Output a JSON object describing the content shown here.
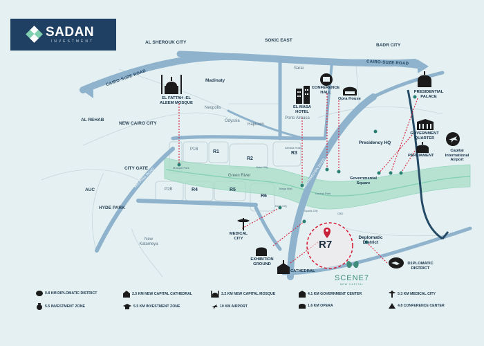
{
  "brand": {
    "name": "SADAN",
    "tagline": "INVESTMENT",
    "bg": "#1f3f63"
  },
  "colors": {
    "river": "#7fcfb0",
    "road": "#8fb3cc",
    "road_dark": "#244a66",
    "marker": "#c8213a",
    "dotted": "#d81f3a"
  },
  "roads": {
    "north": "CAIRO-SUZE ROAD",
    "south": "CAIRO-SUZE ROAD",
    "ring": "MID RING ROAD",
    "central": "MOHAMMED BIN ZAYED"
  },
  "districts": {
    "sherouk": "AL SHEROUK CITY",
    "sokic": "SOKIC EAST",
    "badr": "BADR CITY",
    "rehab": "AL REHAB",
    "new_cairo": "NEW CAIRO CITY",
    "city_gate": "CITY GATE",
    "auc": "AUC",
    "hyde_park": "HYDE PARK",
    "madinaty": "Madinaty",
    "new_katameya": "New Katameya"
  },
  "plain_labels": {
    "neopolis": "Neopolis",
    "odyssia": "Odyssia",
    "haptown": "Haptown",
    "sarai": "Sarai",
    "porto": "Porto Almasa"
  },
  "residential": [
    "R1",
    "R2",
    "R3",
    "R4",
    "R5",
    "R6",
    "P1B",
    "P2B"
  ],
  "green_river": "Green River",
  "small_labels": {
    "almasa_h": "Almasa Hotel",
    "mega_mall": "Mega Mall",
    "central_park": "Central Park",
    "cbd": "CBD",
    "mosque_park": "Mosque Park",
    "hotel_city": "Hotel City",
    "sports_city": "Sports City",
    "expo_city": "Expo City"
  },
  "pois": {
    "mosque": "EL FATTAH -EL ALEEM MOSQUE",
    "almasa": "EL MASA HOTEL",
    "conference": "CONFERENCE HALL",
    "opera": "Opra House",
    "palace": "PRESIDENTIAL PALACE",
    "presidency": "Presidency HQ",
    "gov_quarter": "GOVERNMENT QUARTER",
    "parliament": "PARLIAMENT",
    "airport": "Capital International Airport",
    "gov_square": "Governmental Square",
    "medical": "MEDICAL CITY",
    "exhibition": "EXHIBITION GROUND",
    "cathedral": "CATHEDRAL",
    "diplomatic": "Deplomatic District",
    "diplo_icon": "D1PLOMATIC DISTRICT"
  },
  "project": {
    "name": "R7",
    "scene": "SCENE7",
    "scene_sub": "NEW CAPITAL"
  },
  "legend": [
    {
      "icon": "handshake-icon",
      "text": "0.8 KM DIPLOMATIC DISTRICT"
    },
    {
      "icon": "cathedral-icon",
      "text": "2.5 KM NEW CAPITAL CATHEDRAL"
    },
    {
      "icon": "mosque-icon",
      "text": "3.2 KM NEW CAPITAL MOSQUE"
    },
    {
      "icon": "gov-center-icon",
      "text": "4.1 KM GOVERNMENT CENTER"
    },
    {
      "icon": "medical-icon",
      "text": "5.3 KM MEDICAL CITY"
    },
    {
      "icon": "money-bag-icon",
      "text": "5.5 INVESTMENT ZONE"
    },
    {
      "icon": "graduation-cap-icon",
      "text": "5.5 KM INVESTMENT ZONE"
    },
    {
      "icon": "airplane-icon",
      "text": "10 KM AIRPORT"
    },
    {
      "icon": "opera-icon",
      "text": "1.6 KM OPERA"
    },
    {
      "icon": "conference-icon",
      "text": "4.8 CONFERENCE CENTER"
    }
  ]
}
